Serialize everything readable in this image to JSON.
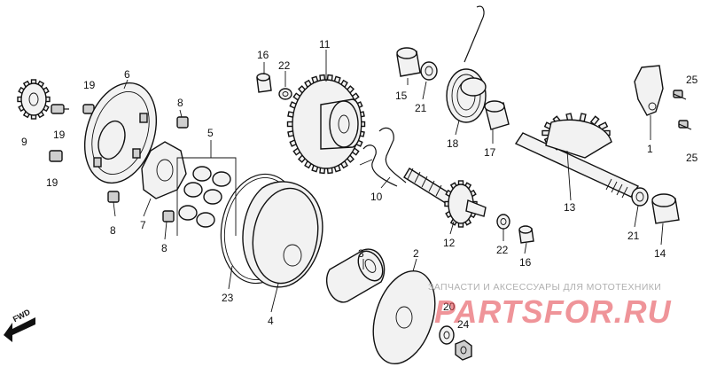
{
  "labels": {
    "p1": "1",
    "p2": "2",
    "p3": "3",
    "p4": "4",
    "p5": "5",
    "p6": "6",
    "p7": "7",
    "p8a": "8",
    "p8b": "8",
    "p8c": "8",
    "p9": "9",
    "p10": "10",
    "p11": "11",
    "p12": "12",
    "p13": "13",
    "p14": "14",
    "p15": "15",
    "p16a": "16",
    "p16b": "16",
    "p17": "17",
    "p18": "18",
    "p19a": "19",
    "p19b": "19",
    "p19c": "19",
    "p20": "20",
    "p21a": "21",
    "p21b": "21",
    "p22a": "22",
    "p22b": "22",
    "p23": "23",
    "p24": "24",
    "p25a": "25",
    "p25b": "25"
  },
  "watermark": {
    "subtitle": "ЗАПЧАСТИ И АКСЕССУАРЫ ДЛЯ МОТОТЕХНИКИ",
    "logo": "PARTSFOR.RU"
  },
  "direction_marker": "FWD",
  "colors": {
    "line": "#111111",
    "watermark": "#e13c46"
  }
}
